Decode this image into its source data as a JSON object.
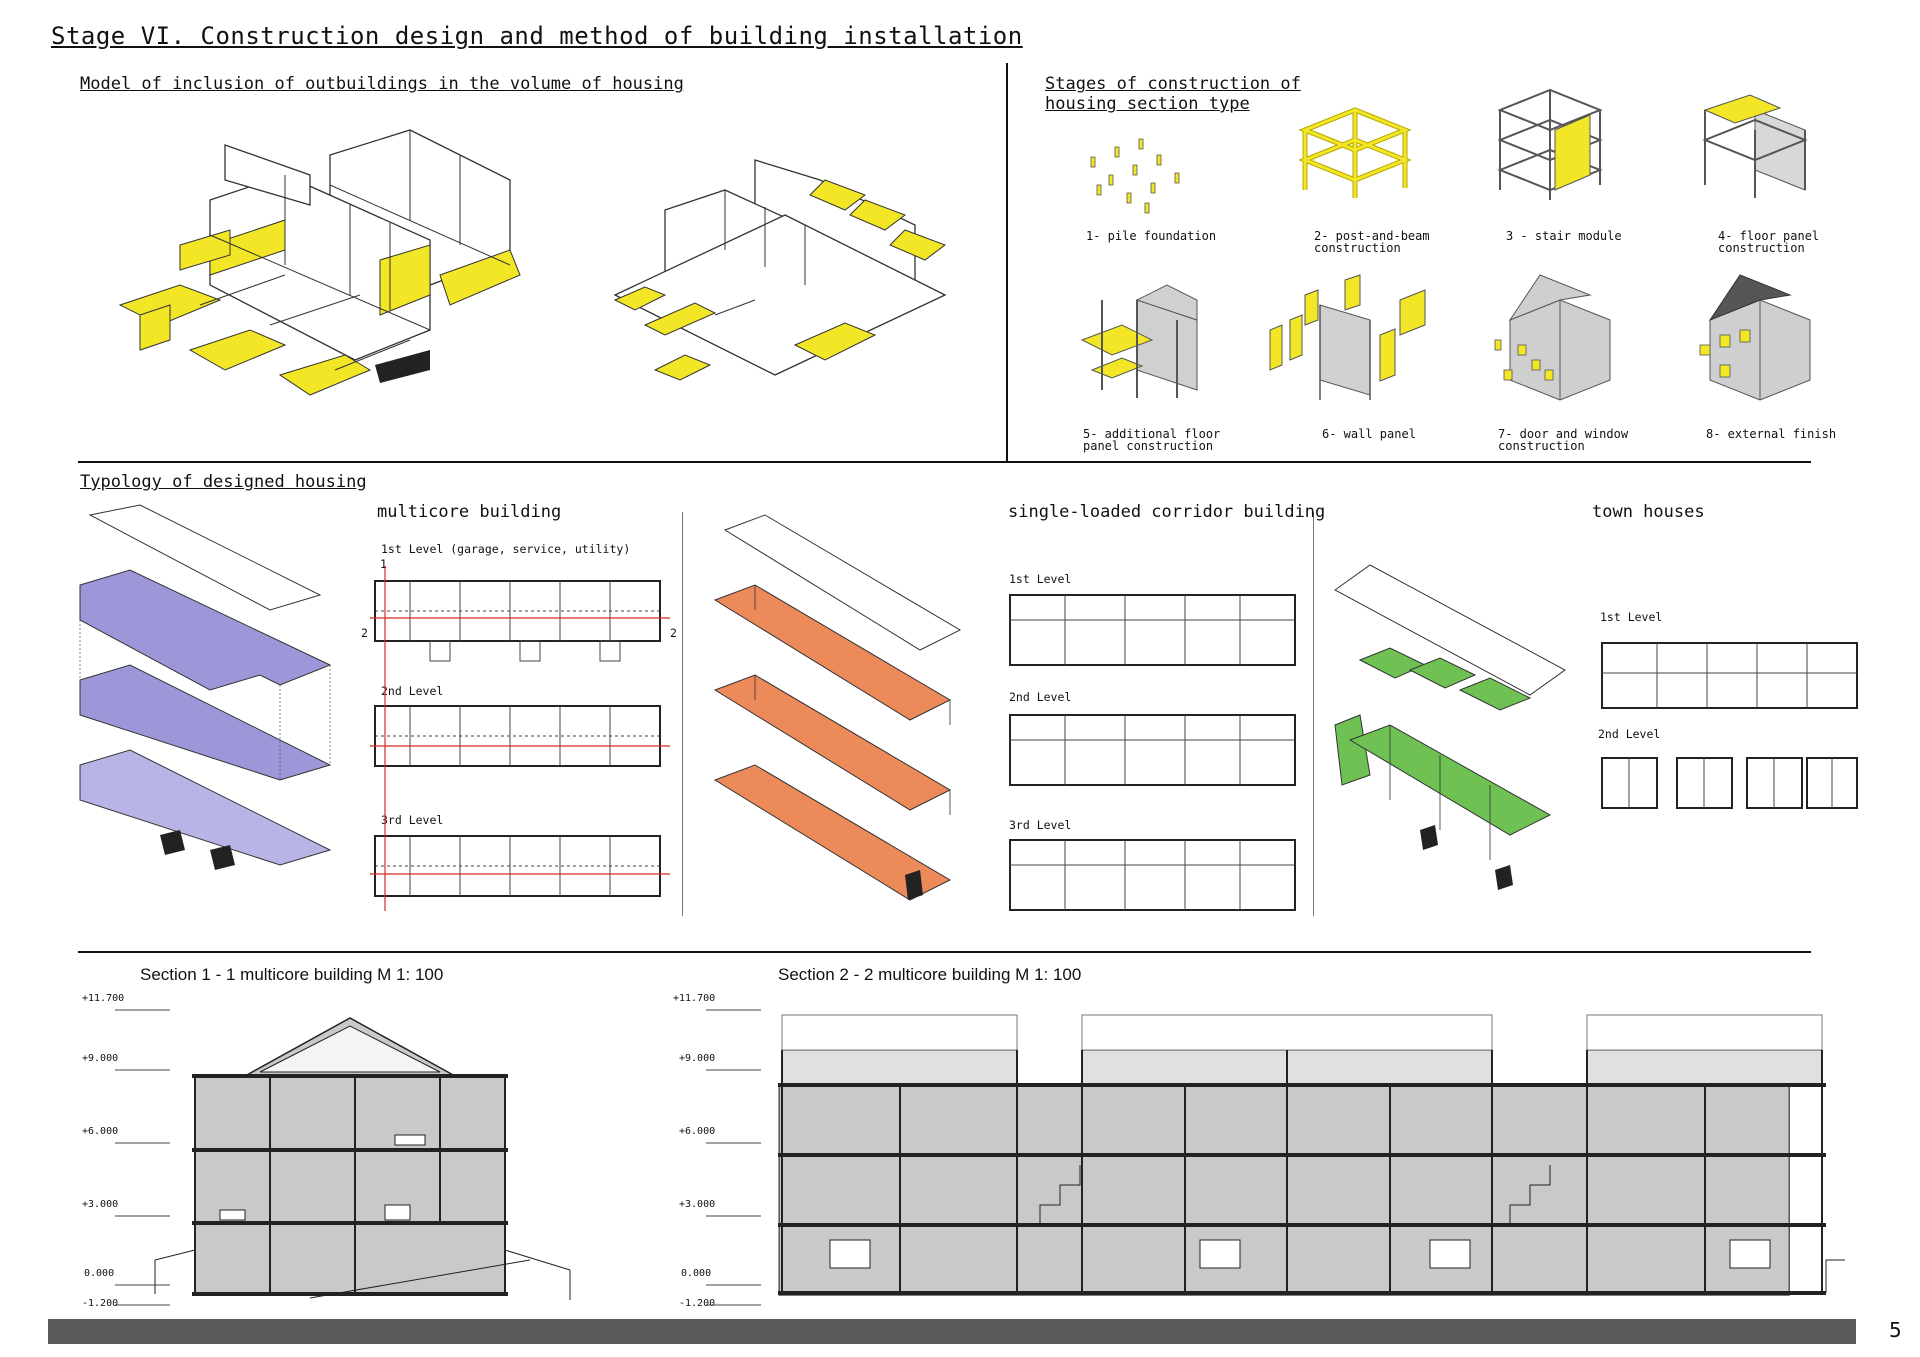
{
  "page": {
    "title": "Stage VI. Construction design and method of building installation",
    "page_number": "5"
  },
  "outbuildings": {
    "heading": "Model of inclusion of outbuildings in the volume of housing"
  },
  "stages": {
    "heading_line1": "Stages of construction of",
    "heading_line2": "housing section type",
    "items": [
      {
        "label": "1- pile foundation"
      },
      {
        "label": "2- post-and-beam\nconstruction"
      },
      {
        "label": "3 - stair module"
      },
      {
        "label": "4- floor panel\nconstruction"
      },
      {
        "label": "5- additional floor\npanel construction"
      },
      {
        "label": "6- wall panel"
      },
      {
        "label": "7- door and window\nconstruction"
      },
      {
        "label": "8- external finish"
      }
    ]
  },
  "typology": {
    "heading": "Typology of designed housing",
    "multicore": {
      "title": "multicore building",
      "level1": "1st Level (garage, service, utility)",
      "level2": "2nd Level",
      "level3": "3rd Level",
      "axis_label": "2",
      "axis_label_v": "1"
    },
    "corridor": {
      "title": "single-loaded corridor building",
      "level1": "1st Level",
      "level2": "2nd Level",
      "level3": "3rd Level"
    },
    "townhouses": {
      "title": "town houses",
      "level1": "1st Level",
      "level2": "2nd Level"
    }
  },
  "sections": {
    "section1_title": "Section 1 - 1 multicore building  M 1: 100",
    "section2_title": "Section 2 - 2 multicore building  M 1: 100",
    "elevations": [
      "+11.700",
      "+9.000",
      "+6.000",
      "+3.000",
      "0.000",
      "-1.200"
    ]
  },
  "colors": {
    "yellow": "#f2e626",
    "purple": "#9c97d8",
    "orange": "#ec8a5a",
    "green": "#6ec152",
    "grey": "#c9c9c9",
    "red": "#d42a2a"
  }
}
